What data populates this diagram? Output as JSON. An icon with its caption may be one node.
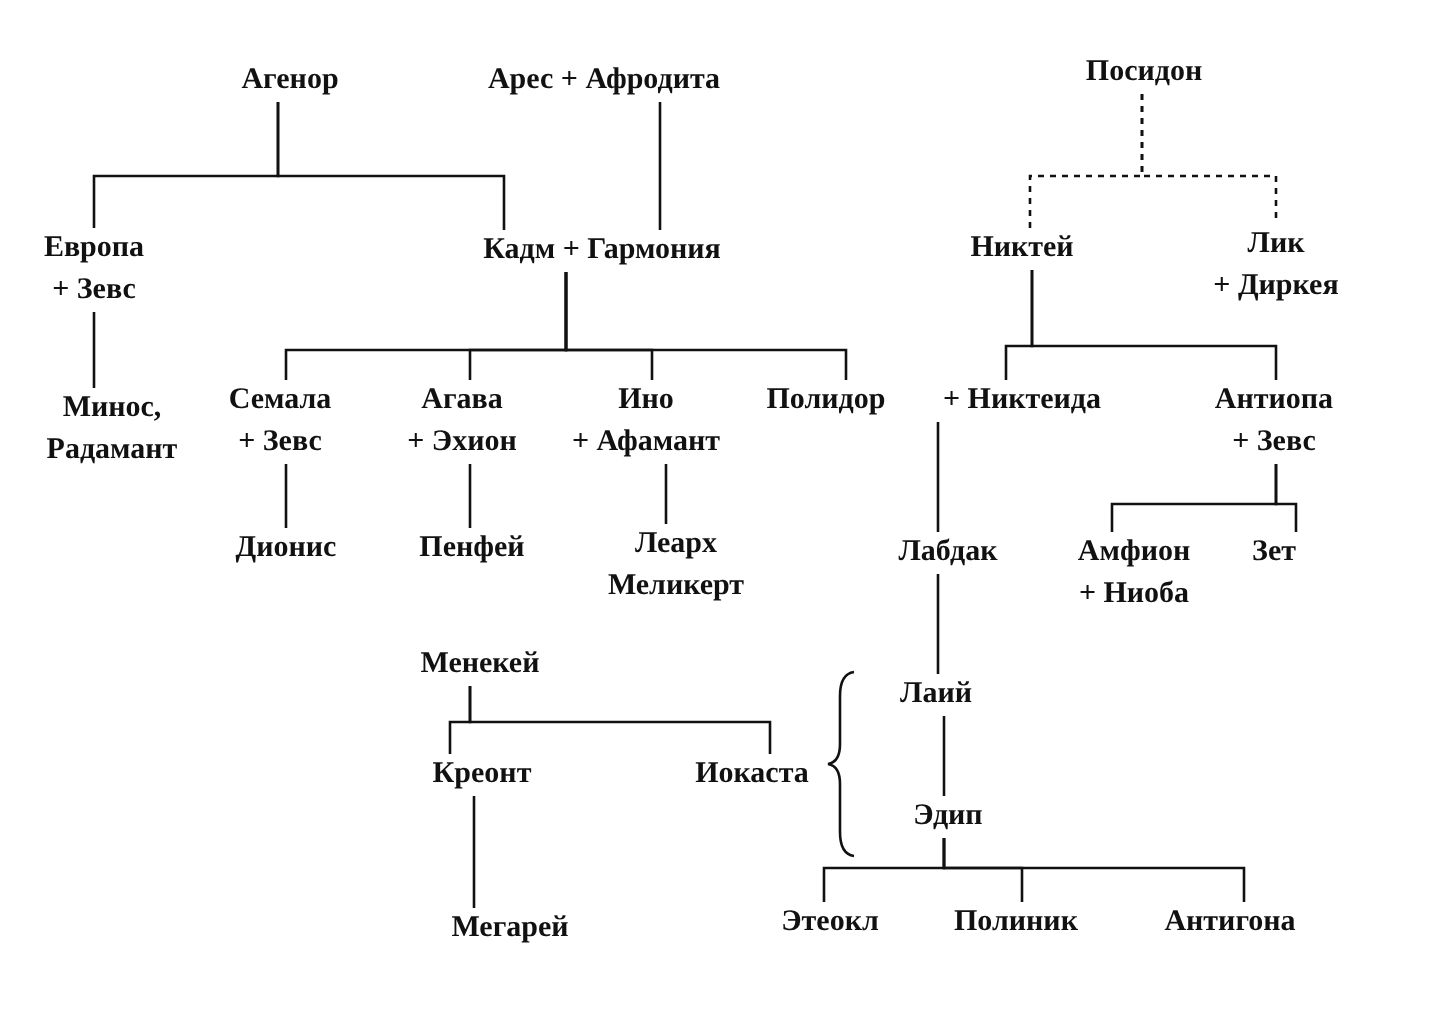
{
  "diagram": {
    "nodes": [
      {
        "text": [
          "Агенор"
        ]
      },
      {
        "text": [
          "Арес + Афродита"
        ]
      },
      {
        "text": [
          "Посидон"
        ]
      },
      {
        "text": [
          "Европа",
          "+ Зевс"
        ]
      },
      {
        "text": [
          "Кадм + Гармония"
        ]
      },
      {
        "text": [
          "Никтей"
        ]
      },
      {
        "text": [
          "Лик",
          "+ Диркея"
        ]
      },
      {
        "text": [
          "Минос, Радамант"
        ]
      },
      {
        "text": [
          "Семала",
          "+ Зевс"
        ]
      },
      {
        "text": [
          "Агава",
          "+ Эхион"
        ]
      },
      {
        "text": [
          "Ино",
          "+ Афамант"
        ]
      },
      {
        "text": [
          "Полидор"
        ]
      },
      {
        "text": [
          "+ Никтеида"
        ]
      },
      {
        "text": [
          "Антиопа",
          "+ Зевс"
        ]
      },
      {
        "text": [
          "Дионис"
        ]
      },
      {
        "text": [
          "Пенфей"
        ]
      },
      {
        "text": [
          "Леарх Меликерт"
        ]
      },
      {
        "text": [
          "Лабдак"
        ]
      },
      {
        "text": [
          "Амфион",
          "+ Ниоба"
        ]
      },
      {
        "text": [
          "Зет"
        ]
      },
      {
        "text": [
          "Менекей"
        ]
      },
      {
        "text": [
          "Лаий"
        ]
      },
      {
        "text": [
          "Креонт"
        ]
      },
      {
        "text": [
          "Иокаста"
        ]
      },
      {
        "text": [
          "Эдип"
        ]
      },
      {
        "text": [
          "Мегарей"
        ]
      },
      {
        "text": [
          "Этеокл"
        ]
      },
      {
        "text": [
          "Полиник"
        ]
      },
      {
        "text": [
          "Антигона"
        ]
      }
    ],
    "edges": [
      {
        "from": 0,
        "to": 3,
        "arrow": "none"
      },
      {
        "from": 0,
        "to": 4,
        "arrow": "none"
      },
      {
        "from": 1,
        "to": 4,
        "arrow": "none"
      },
      {
        "from": 2,
        "to": 5,
        "arrow": "none",
        "style": "dashed"
      },
      {
        "from": 2,
        "to": 6,
        "arrow": "none",
        "style": "dashed"
      },
      {
        "from": 3,
        "to": 7,
        "arrow": "none"
      },
      {
        "from": 4,
        "to": 8,
        "arrow": "none"
      },
      {
        "from": 4,
        "to": 9,
        "arrow": "none"
      },
      {
        "from": 4,
        "to": 10,
        "arrow": "none"
      },
      {
        "from": 4,
        "to": 11,
        "arrow": "none"
      },
      {
        "from": 5,
        "to": 12,
        "arrow": "none"
      },
      {
        "from": 5,
        "to": 13,
        "arrow": "none"
      },
      {
        "from": 8,
        "to": 14,
        "arrow": "none"
      },
      {
        "from": 9,
        "to": 15,
        "arrow": "none"
      },
      {
        "from": 10,
        "to": 16,
        "arrow": "none"
      },
      {
        "from": 12,
        "to": 17,
        "arrow": "none"
      },
      {
        "from": 13,
        "to": 18,
        "arrow": "none"
      },
      {
        "from": 13,
        "to": 19,
        "arrow": "none"
      },
      {
        "from": 17,
        "to": 21,
        "arrow": "none"
      },
      {
        "from": 20,
        "to": 22,
        "arrow": "none"
      },
      {
        "from": 20,
        "to": 23,
        "arrow": "none"
      },
      {
        "from": 21,
        "to": 24,
        "arrow": "none"
      },
      {
        "from": 22,
        "to": 25,
        "arrow": "none"
      },
      {
        "from": 24,
        "to": 26,
        "arrow": "none"
      },
      {
        "from": 24,
        "to": 27,
        "arrow": "none"
      },
      {
        "from": 24,
        "to": 28,
        "arrow": "none"
      }
    ]
  }
}
